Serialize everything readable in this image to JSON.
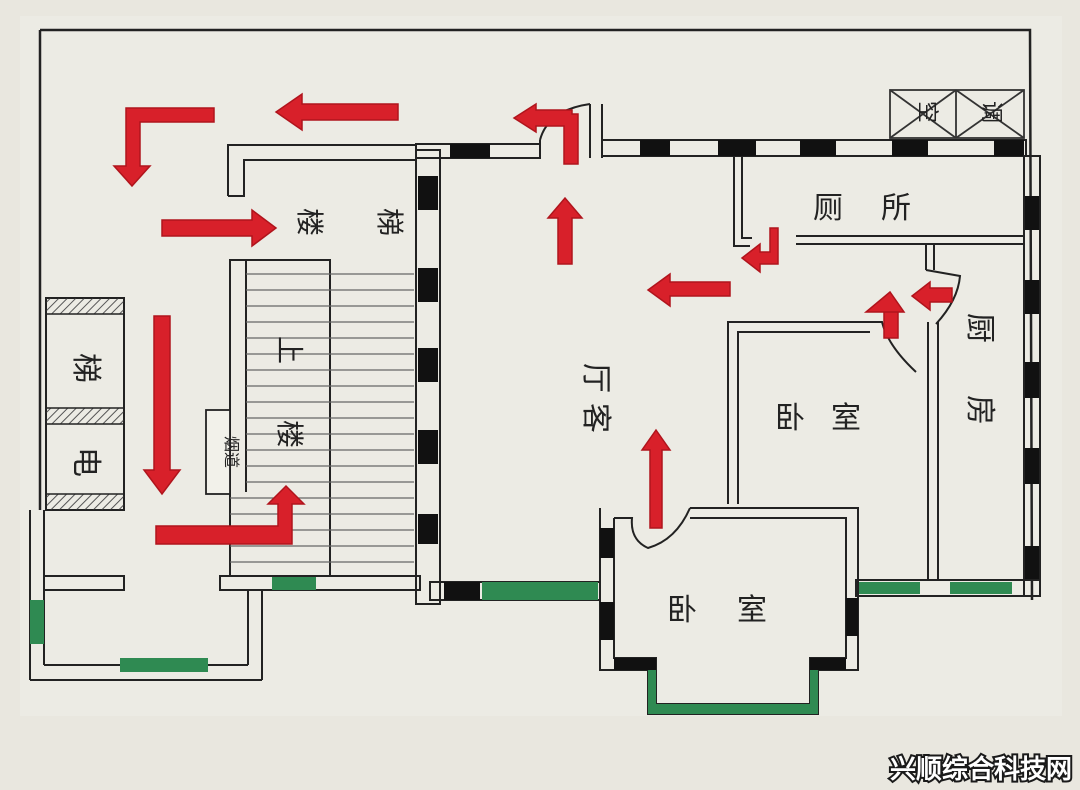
{
  "labels": {
    "stairs_1": "楼",
    "stairs_2": "梯",
    "stairs_up_1": "上",
    "stairs_up_2": "楼",
    "elevator_1": "电",
    "elevator_2": "梯",
    "shaft": "烟道",
    "living_1": "客",
    "living_2": "厅",
    "bathroom_1": "厕",
    "bathroom_2": "所",
    "kitchen_1": "厨",
    "kitchen_2": "房",
    "bedroom_a_1": "卧",
    "bedroom_a_2": "室",
    "bedroom_b_1": "卧",
    "bedroom_b_2": "室",
    "boxes_1": "空",
    "boxes_2": "调"
  },
  "watermark": "兴顺综合科技网",
  "colors": {
    "paper": "#ecebe4",
    "wall": "#222222",
    "solid_wall": "#111111",
    "window": "#2f8a52",
    "arrow": "#d8202a",
    "hatch": "#555555"
  }
}
